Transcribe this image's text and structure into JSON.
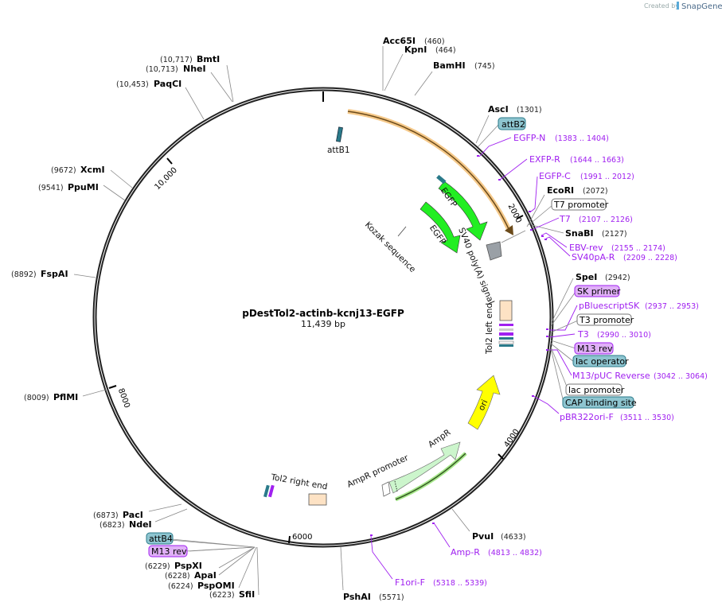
{
  "watermark": {
    "prefix": "Created by",
    "brand": "SnapGene"
  },
  "plasmid": {
    "name": "pDestTol2-actinb-kcnj13-EGFP",
    "length": "11,439 bp"
  },
  "ticks": [
    "2000",
    "4000",
    "6000",
    "8000",
    "10,000"
  ],
  "enzymes": [
    {
      "name": "Acc65I",
      "pos": "(460)"
    },
    {
      "name": "KpnI",
      "pos": "(464)"
    },
    {
      "name": "BamHI",
      "pos": "(745)"
    },
    {
      "name": "AscI",
      "pos": "(1301)"
    },
    {
      "name": "EcoRI",
      "pos": "(2072)"
    },
    {
      "name": "SnaBI",
      "pos": "(2127)"
    },
    {
      "name": "SpeI",
      "pos": "(2942)"
    },
    {
      "name": "PvuI",
      "pos": "(4633)"
    },
    {
      "name": "PshAI",
      "pos": "(5571)"
    },
    {
      "name": "SfiI",
      "pos": "(6223)"
    },
    {
      "name": "PspOMI",
      "pos": "(6224)"
    },
    {
      "name": "ApaI",
      "pos": "(6228)"
    },
    {
      "name": "PspXI",
      "pos": "(6229)"
    },
    {
      "name": "NdeI",
      "pos": "(6823)"
    },
    {
      "name": "PacI",
      "pos": "(6873)"
    },
    {
      "name": "PflMI",
      "pos": "(8009)"
    },
    {
      "name": "FspAI",
      "pos": "(8892)"
    },
    {
      "name": "PpuMI",
      "pos": "(9541)"
    },
    {
      "name": "XcmI",
      "pos": "(9672)"
    },
    {
      "name": "PaqCI",
      "pos": "(10,453)"
    },
    {
      "name": "NheI",
      "pos": "(10,713)"
    },
    {
      "name": "BmtI",
      "pos": "(10,717)"
    }
  ],
  "primers": [
    {
      "name": "EGFP-N",
      "range": "(1383 .. 1404)"
    },
    {
      "name": "EXFP-R",
      "range": "(1644 .. 1663)"
    },
    {
      "name": "EGFP-C",
      "range": "(1991 .. 2012)"
    },
    {
      "name": "T7",
      "range": "(2107 .. 2126)"
    },
    {
      "name": "EBV-rev",
      "range": "(2155 .. 2174)"
    },
    {
      "name": "SV40pA-R",
      "range": "(2209 .. 2228)"
    },
    {
      "name": "pBluescriptSK",
      "range": "(2937 .. 2953)"
    },
    {
      "name": "T3",
      "range": "(2990 .. 3010)"
    },
    {
      "name": "M13/pUC Reverse",
      "range": "(3042 .. 3064)"
    },
    {
      "name": "pBR322ori-F",
      "range": "(3511 .. 3530)"
    },
    {
      "name": "Amp-R",
      "range": "(4813 .. 4832)"
    },
    {
      "name": "F1ori-F",
      "range": "(5318 .. 5339)"
    }
  ],
  "boxed": [
    {
      "name": "attB2",
      "kind": "teal"
    },
    {
      "name": "T7 promoter",
      "kind": "white"
    },
    {
      "name": "SK primer",
      "kind": "violet"
    },
    {
      "name": "T3 promoter",
      "kind": "white"
    },
    {
      "name": "M13 rev",
      "kind": "violet"
    },
    {
      "name": "lac operator",
      "kind": "teal"
    },
    {
      "name": "lac promoter",
      "kind": "white"
    },
    {
      "name": "CAP binding site",
      "kind": "teal"
    },
    {
      "name": "attB4",
      "kind": "teal"
    },
    {
      "name": "M13 rev",
      "kind": "violet"
    }
  ],
  "features": {
    "attB1": "attB1",
    "egfp1": "EGFP",
    "egfp2": "EGFP",
    "kozak": "Kozak sequence",
    "sv40": "SV40 poly(A) signal",
    "tol2left": "Tol2 left end",
    "tol2right": "Tol2 right end",
    "ori": "ori",
    "ampr": "AmpR",
    "amprprom": "AmpR promoter"
  },
  "colors": {
    "backbone": "#222222",
    "primer": "#a020f0",
    "egfp": "#22ee22",
    "ori": "#ffff00",
    "ampr": "#ccf5cc",
    "tol2": "#fde2c4",
    "teal": "#8ec5d0",
    "violet": "#e0b0f8",
    "orfArrow": "#f5c98a"
  }
}
